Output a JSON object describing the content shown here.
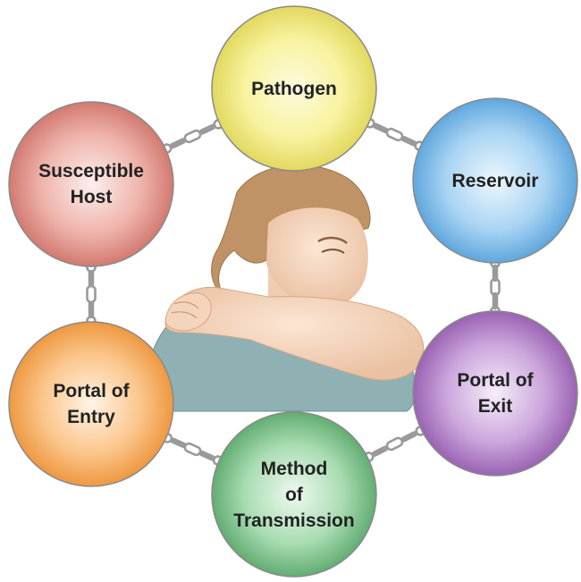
{
  "diagram": {
    "nodes": [
      {
        "id": "pathogen",
        "lines": [
          "Pathogen"
        ],
        "color": "#f6ef8e"
      },
      {
        "id": "reservoir",
        "lines": [
          "Reservoir"
        ],
        "color": "#8ec5ee"
      },
      {
        "id": "portal-of-exit",
        "lines": [
          "Portal of",
          "Exit"
        ],
        "color": "#b888cc"
      },
      {
        "id": "method-of-transmission",
        "lines": [
          "Method",
          "of",
          "Transmission"
        ],
        "color": "#8fcf9a"
      },
      {
        "id": "portal-of-entry",
        "lines": [
          "Portal of",
          "Entry"
        ],
        "color": "#f9b36a"
      },
      {
        "id": "susceptible-host",
        "lines": [
          "Susceptible",
          "Host"
        ],
        "color": "#e79b93"
      }
    ],
    "links": [
      [
        "pathogen",
        "reservoir"
      ],
      [
        "reservoir",
        "portal-of-exit"
      ],
      [
        "portal-of-exit",
        "method-of-transmission"
      ],
      [
        "method-of-transmission",
        "portal-of-entry"
      ],
      [
        "portal-of-entry",
        "susceptible-host"
      ],
      [
        "susceptible-host",
        "pathogen"
      ]
    ],
    "link_style": "chain",
    "center_illustration": "person-coughing-into-elbow",
    "text_color": "#222222",
    "chain_color": "#9a9a9a"
  }
}
